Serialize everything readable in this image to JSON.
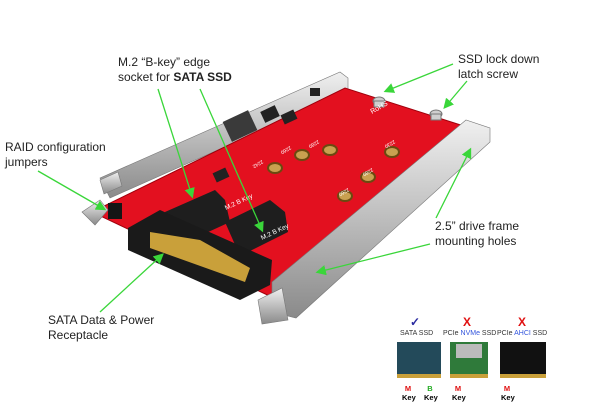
{
  "labels": {
    "socket_line1": "M.2 “B-key” edge",
    "socket_line2_prefix": "socket for ",
    "socket_line2_bold": "SATA SSD",
    "latch_line1": "SSD lock down",
    "latch_line2": "latch screw",
    "raid_line1": "RAID configuration",
    "raid_line2": "jumpers",
    "mount_line1": "2.5” drive frame",
    "mount_line2": "mounting holes",
    "sata_line1": "SATA Data & Power",
    "sata_line2": "Receptacle"
  },
  "board_text": {
    "slot1": "M.2 B Key",
    "slot2": "M.2 B Key",
    "rohs": "RoHS",
    "sizes": [
      "2280",
      "2260",
      "2242",
      "2230"
    ]
  },
  "legend": {
    "items": [
      {
        "mark": "✓",
        "name_prefix": "SATA SSD",
        "name_highlight": "",
        "name_suffix": "",
        "compatible": true,
        "keys": [
          "M",
          "B"
        ]
      },
      {
        "mark": "X",
        "name_prefix": "PCIe ",
        "name_highlight": "NVMe",
        "name_suffix": " SSD",
        "compatible": false,
        "keys": [
          "M"
        ]
      },
      {
        "mark": "X",
        "name_prefix": "PCIe ",
        "name_highlight": "AHCI",
        "name_suffix": " SSD",
        "compatible": false,
        "keys": [
          "M"
        ]
      }
    ],
    "key_word": "Key"
  },
  "colors": {
    "arrow": "#3ad63a",
    "pcb": "#e3101f",
    "check": "#2a2aa0",
    "cross": "#e01010",
    "highlight": "#3355dd",
    "m_key": "#e01010",
    "b_key": "#22aa22"
  }
}
